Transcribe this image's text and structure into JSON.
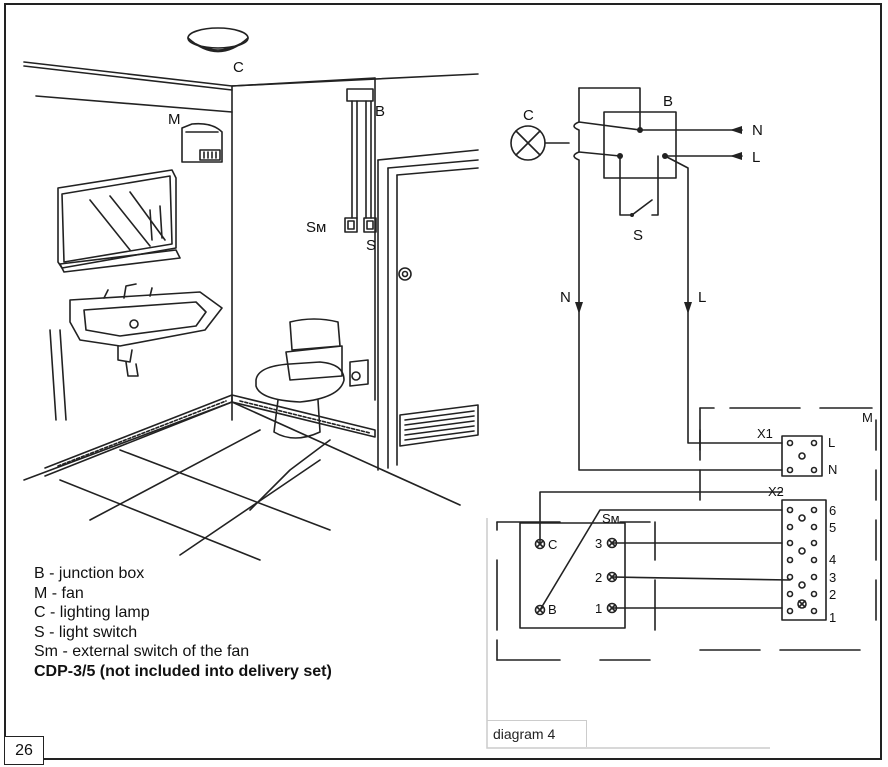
{
  "page_number": "26",
  "diagram_caption": "diagram 4",
  "illustration_labels": {
    "lamp": "C",
    "fan": "M",
    "junction_box": "B",
    "fan_switch": "Sм",
    "light_switch": "S"
  },
  "schematic_labels": {
    "lamp": "C",
    "junction_box": "B",
    "neutral": "N",
    "line": "L",
    "switch": "S",
    "neutral_down": "N",
    "line_down": "L",
    "fan": "M",
    "terminal_x1": "X1",
    "x1_l": "L",
    "x1_n": "N",
    "terminal_x2": "X2",
    "ext_switch": "Sм",
    "sw_c": "C",
    "sw_b": "B",
    "sw_1": "1",
    "sw_2": "2",
    "sw_3": "3",
    "x2_1": "1",
    "x2_2": "2",
    "x2_3": "3",
    "x2_4": "4",
    "x2_5": "5",
    "x2_6": "6"
  },
  "legend": [
    "B - junction box",
    "M - fan",
    "C - lighting lamp",
    "S - light switch",
    "Sm - external switch of the fan"
  ],
  "legend_bold": "CDP-3/5 (not included into delivery set)"
}
